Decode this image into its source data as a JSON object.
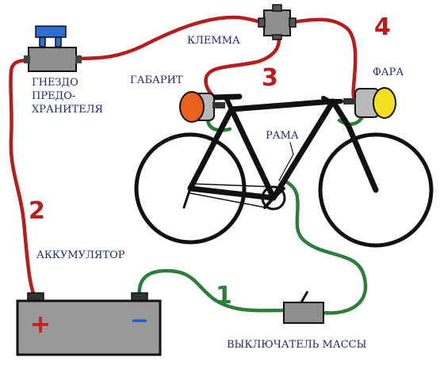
{
  "labels": {
    "fuse_socket": [
      "ГНЕЗДО",
      "ПРЕДО-",
      "ХРАНИТЕЛЯ"
    ],
    "terminal": "КЛЕММА",
    "side_light": "ГАБАРИТ",
    "headlight": "ФАРА",
    "frame": "РАМА",
    "battery": "АККУМУЛЯТОР",
    "ground_switch": "ВЫКЛЮЧАТЕЛЬ МАССЫ"
  },
  "wire_numbers": {
    "ground_wire": "1",
    "battery_wire": "2",
    "side_light_wire": "3",
    "headlight_wire": "4"
  },
  "battery_terminals": {
    "plus": "+",
    "minus": "−"
  },
  "colors": {
    "live_wire": "#b81d1d",
    "ground_wire": "#2d7d3c",
    "bike_frame": "#111111",
    "label_text": "#1c2b6e",
    "battery_body": "#9a9a9a",
    "fuse_cap": "#2f6fd0",
    "side_light_lens": "#e8621c",
    "headlight_lens": "#f5e020",
    "plus_sign": "#d11b1b",
    "minus_sign": "#1f5bd6"
  }
}
